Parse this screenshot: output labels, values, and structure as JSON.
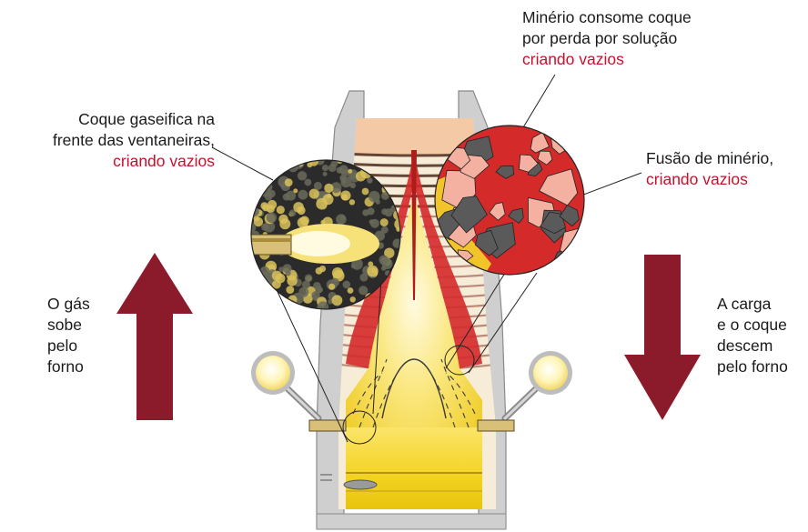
{
  "labels": {
    "top_right": {
      "line1": "Minério consome coque",
      "line2": "por perda por solução",
      "line3_red": "criando vazios"
    },
    "top_left": {
      "line1": "Coque gaseifica na",
      "line2": "frente das ventaneiras,",
      "line3_red": "criando vazios"
    },
    "mid_right": {
      "line1": "Fusão de minério,",
      "line2_red": "criando vazios"
    },
    "left_arrow": {
      "line1": "O gás",
      "line2": "sobe",
      "line3": "pelo",
      "line4": "forno"
    },
    "right_arrow": {
      "line1": "A carga",
      "line2": "e o coque",
      "line3": "descem",
      "line4": "pelo forno"
    }
  },
  "colors": {
    "arrow": "#8b1a2b",
    "accent_text": "#c8102e",
    "furnace_wall": "#c9c9c9",
    "melt_yellow": "#f2d21a",
    "slag_red": "#d42a2a",
    "coke_black": "#2a2a2a"
  },
  "icons": [
    "up-arrow-icon",
    "down-arrow-icon",
    "tuyere-left-icon",
    "tuyere-right-icon"
  ]
}
